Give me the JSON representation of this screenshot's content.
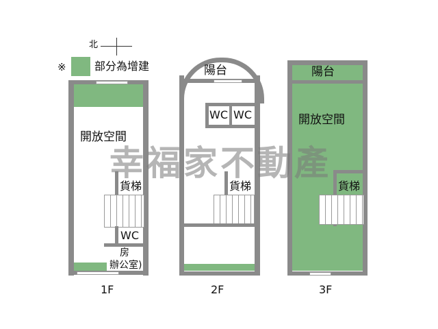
{
  "legend": {
    "north_label": "北",
    "mark": "※",
    "green_label": "部分為增建",
    "green_color": "#80b880"
  },
  "floors": [
    {
      "name": "1F",
      "rooms": [
        "開放空間",
        "貨梯",
        "WC",
        "房",
        "辦公室)"
      ]
    },
    {
      "name": "2F",
      "rooms": [
        "陽台",
        "WC",
        "WC",
        "貨梯"
      ]
    },
    {
      "name": "3F",
      "rooms": [
        "陽台",
        "開放空間",
        "貨梯"
      ]
    }
  ],
  "watermark": "幸福家不動產"
}
